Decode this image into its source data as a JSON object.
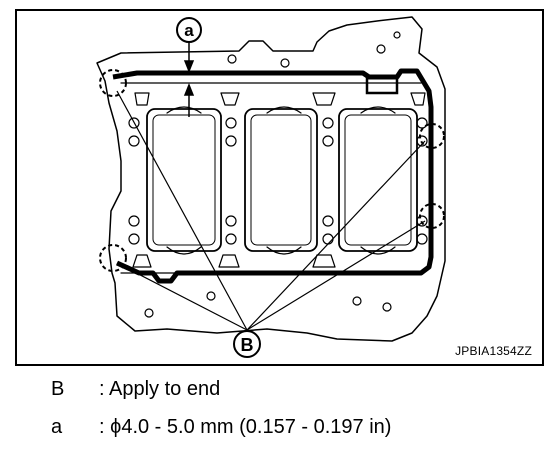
{
  "figure": {
    "callout_a": "a",
    "callout_b": "B",
    "reference_code": "JPBIA1354ZZ"
  },
  "legend": [
    {
      "key": "B",
      "description": ": Apply to end"
    },
    {
      "key": "a",
      "description": ": ϕ4.0 - 5.0 mm (0.157 - 0.197 in)"
    }
  ]
}
